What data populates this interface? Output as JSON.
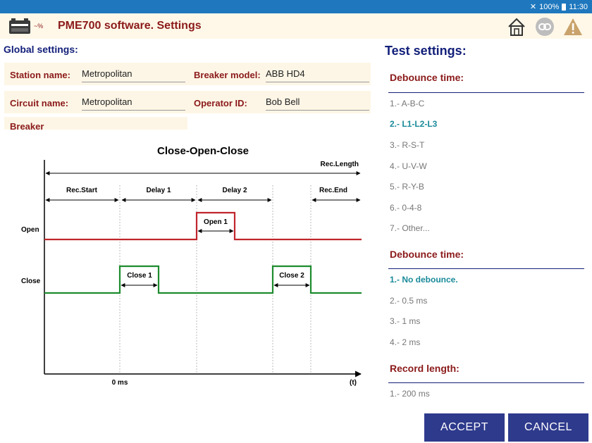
{
  "status": {
    "battery_pct": "100%",
    "time": "11:30"
  },
  "header": {
    "title": "PME700 software. Settings",
    "battery_label": "~%"
  },
  "global": {
    "title": "Global settings:",
    "fields": {
      "station_name_label": "Station name:",
      "station_name_value": "Metropolitan",
      "breaker_model_label": "Breaker model:",
      "breaker_model_value": "ABB HD4",
      "circuit_name_label": "Circuit name:",
      "circuit_name_value": "Metropolitan",
      "operator_id_label": "Operator ID:",
      "operator_id_value": "Bob Bell",
      "breaker_label": "Breaker"
    }
  },
  "diagram": {
    "title": "Close-Open-Close",
    "rec_length": "Rec.Length",
    "rec_start": "Rec.Start",
    "delay1": "Delay 1",
    "delay2": "Delay 2",
    "rec_end": "Rec.End",
    "open_label": "Open",
    "close_label": "Close",
    "open1": "Open 1",
    "close1": "Close 1",
    "close2": "Close 2",
    "zero": "0 ms",
    "t_axis": "(t)",
    "colors": {
      "open": "#c0262c",
      "close": "#1e8c2e"
    }
  },
  "test": {
    "title": "Test settings:",
    "groups": [
      {
        "title": "Debounce time:",
        "options": [
          "1.- A-B-C",
          "2.- L1-L2-L3",
          "3.- R-S-T",
          "4.- U-V-W",
          "5.- R-Y-B",
          "6.- 0-4-8",
          "7.- Other..."
        ],
        "selected": 1
      },
      {
        "title": "Debounce time:",
        "options": [
          "1.- No debounce.",
          "2.- 0.5 ms",
          "3.- 1 ms",
          "4.- 2 ms"
        ],
        "selected": 0
      },
      {
        "title": "Record length:",
        "options": [
          "1.- 200 ms"
        ],
        "selected": -1
      }
    ]
  },
  "buttons": {
    "accept": "ACCEPT",
    "cancel": "CANCEL"
  }
}
